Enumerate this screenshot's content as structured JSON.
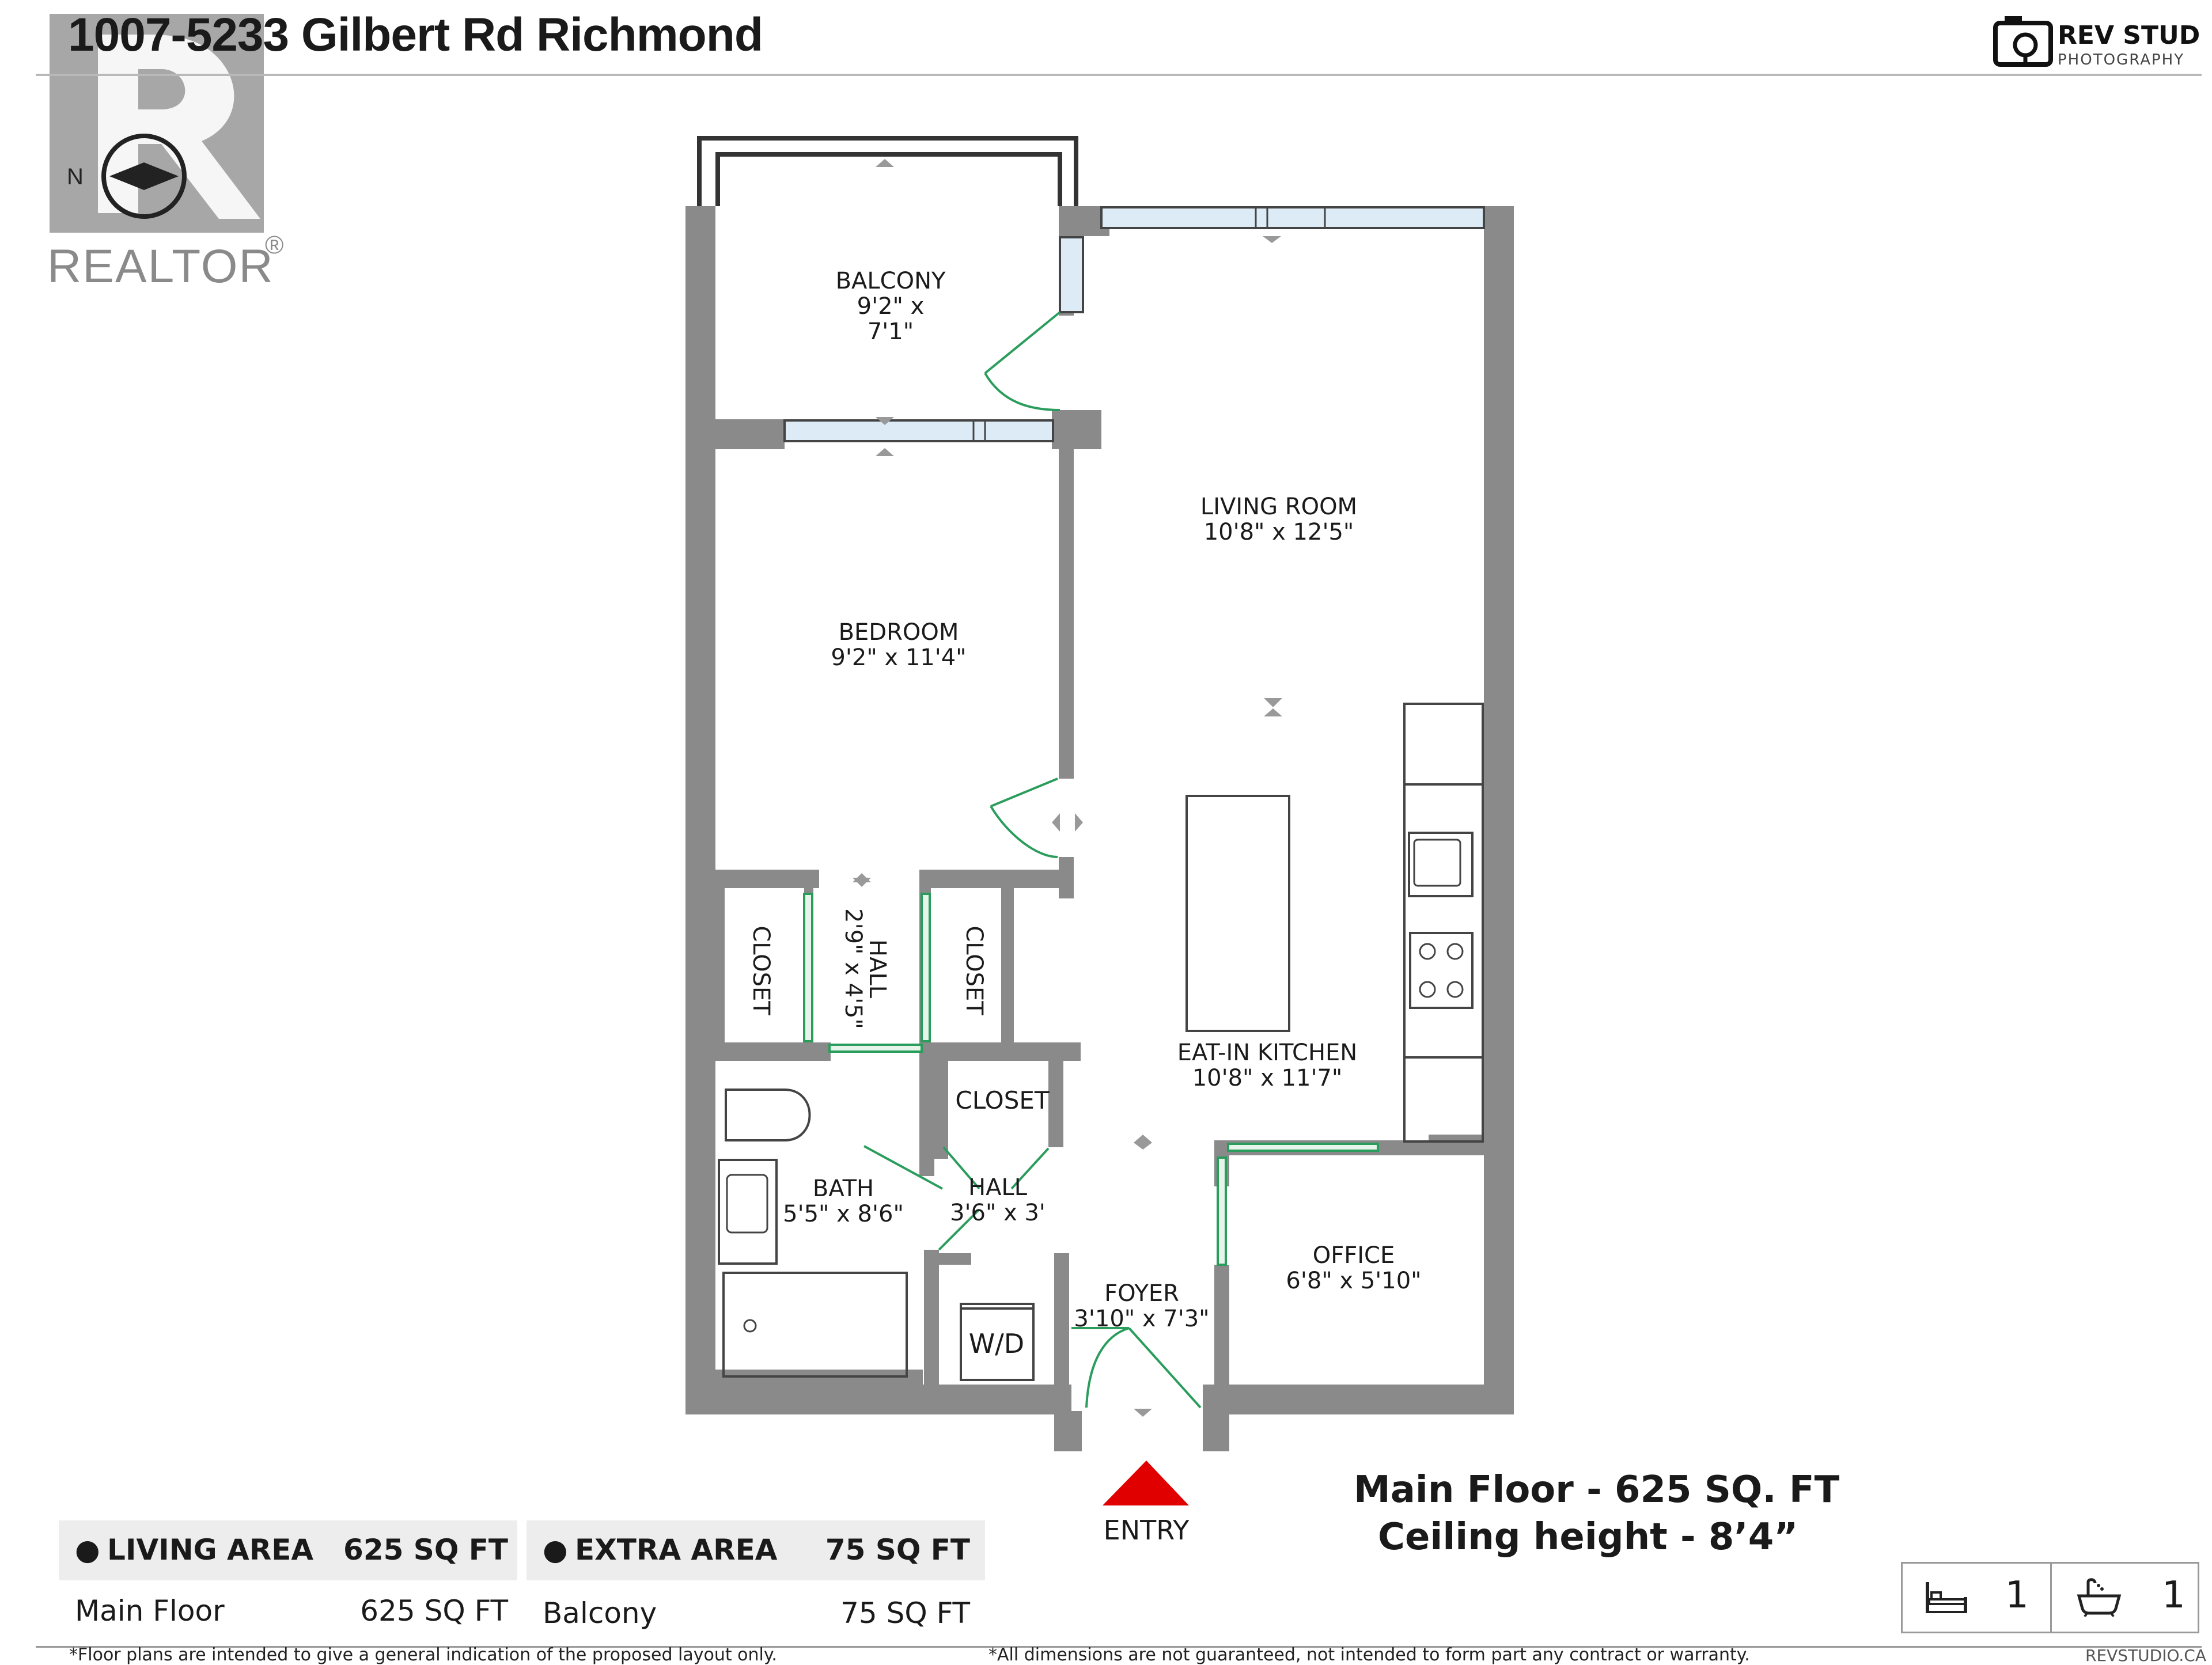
{
  "header": {
    "title": "1007-5233 Gilbert Rd Richmond",
    "realtor_logo_text": "REALTOR",
    "realtor_mark": "®",
    "compass_letter": "N",
    "brand_name": "REV STUDIO",
    "brand_sub": "PHOTOGRAPHY"
  },
  "rooms": {
    "balcony": {
      "name": "BALCONY",
      "dims": "9'2\" x 7'1\""
    },
    "living": {
      "name": "LIVING ROOM",
      "dims": "10'8\" x 12'5\""
    },
    "bedroom": {
      "name": "BEDROOM",
      "dims": "9'2\" x 11'4\""
    },
    "closet_left": {
      "name": "CLOSET"
    },
    "hall_vertical": {
      "name": "HALL",
      "dims": "2'9\" x 4'5\""
    },
    "closet_right": {
      "name": "CLOSET"
    },
    "kitchen": {
      "name": "EAT-IN KITCHEN",
      "dims": "10'8\" x 11'7\""
    },
    "closet_center": {
      "name": "CLOSET"
    },
    "bath": {
      "name": "BATH",
      "dims": "5'5\" x 8'6\""
    },
    "hall_small": {
      "name": "HALL",
      "dims": "3'6\" x 3'"
    },
    "foyer": {
      "name": "FOYER",
      "dims": "3'10\" x 7'3\""
    },
    "office": {
      "name": "OFFICE",
      "dims": "6'8\" x 5'10\""
    },
    "laundry": {
      "name": "W/D"
    }
  },
  "entry_label": "ENTRY",
  "summary": {
    "main_floor": "Main Floor - 625 SQ. FT",
    "ceiling": "Ceiling height - 8’4”"
  },
  "living_table": {
    "header": "LIVING AREA",
    "header_value": "625 SQ FT",
    "row_label": "Main Floor",
    "row_value": "625 SQ FT"
  },
  "extra_table": {
    "header": "EXTRA AREA",
    "header_value": "75 SQ FT",
    "row_label": "Balcony",
    "row_value": "75 SQ FT"
  },
  "legend": {
    "bed_icon": "bed-icon",
    "bedrooms": "1",
    "bath_icon": "bathtub-icon",
    "bathrooms": "1"
  },
  "footer": {
    "left_note": "*Floor plans are intended to give a general indication of the proposed layout only.",
    "right_note": "*All dimensions are not guaranteed, not intended to form part any contract or warranty.",
    "site": "REVSTUDIO.CA"
  },
  "colors": {
    "wall": "#8a8a8a",
    "window": "#cfe3f1",
    "door": "#2a9d5c",
    "entry_arrow": "#e00000",
    "table_header_bg": "#ededed"
  }
}
